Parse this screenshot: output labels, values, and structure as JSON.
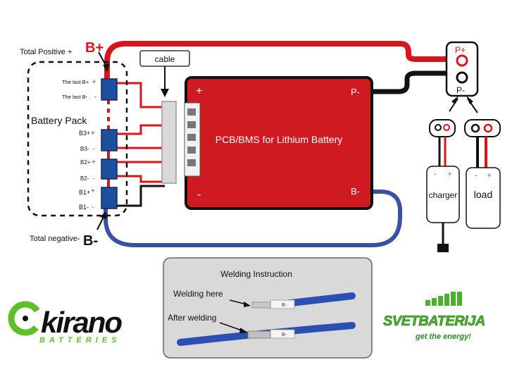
{
  "labels": {
    "total_positive": "Total Positive +",
    "b_plus": "B+",
    "the_last_b_plus": "The last B+",
    "the_last_b_minus": "The last B-",
    "battery_pack": "Battery Pack",
    "b3_plus": "B3+",
    "b3_minus": "B3-",
    "b2_plus": "B2+",
    "b2_minus": "B2-",
    "b1_plus": "B1+",
    "b1_minus": "B1-",
    "total_negative": "Total negative-",
    "b_minus": "B-",
    "cable": "cable",
    "pcb_title": "PCB/BMS for Lithium Battery",
    "pcb_plus": "+",
    "pcb_minus": "-",
    "pcb_p_minus": "P-",
    "pcb_b_minus": "B-",
    "p_plus": "P+",
    "p_minus": "P-",
    "charger": "charger",
    "load": "load",
    "plus_sign": "+",
    "minus_sign": "-"
  },
  "welding": {
    "title": "Welding Instruction",
    "welding_here": "Welding here",
    "after_welding": "After welding",
    "wire_tag": "B-"
  },
  "logos": {
    "kirano_main": "kirano",
    "kirano_sub": "BATTERIES",
    "svet_main": "SVETBATERIJA",
    "svet_slogan": "get the energy!"
  },
  "colors": {
    "wire_red": "#d8141c",
    "wire_black": "#111111",
    "wire_blue": "#3b4fa3",
    "pcb_red": "#d01a22",
    "cell_blue": "#1d4f9c",
    "kirano_green": "#5fbf2a",
    "svet_green": "#4caf2e"
  }
}
